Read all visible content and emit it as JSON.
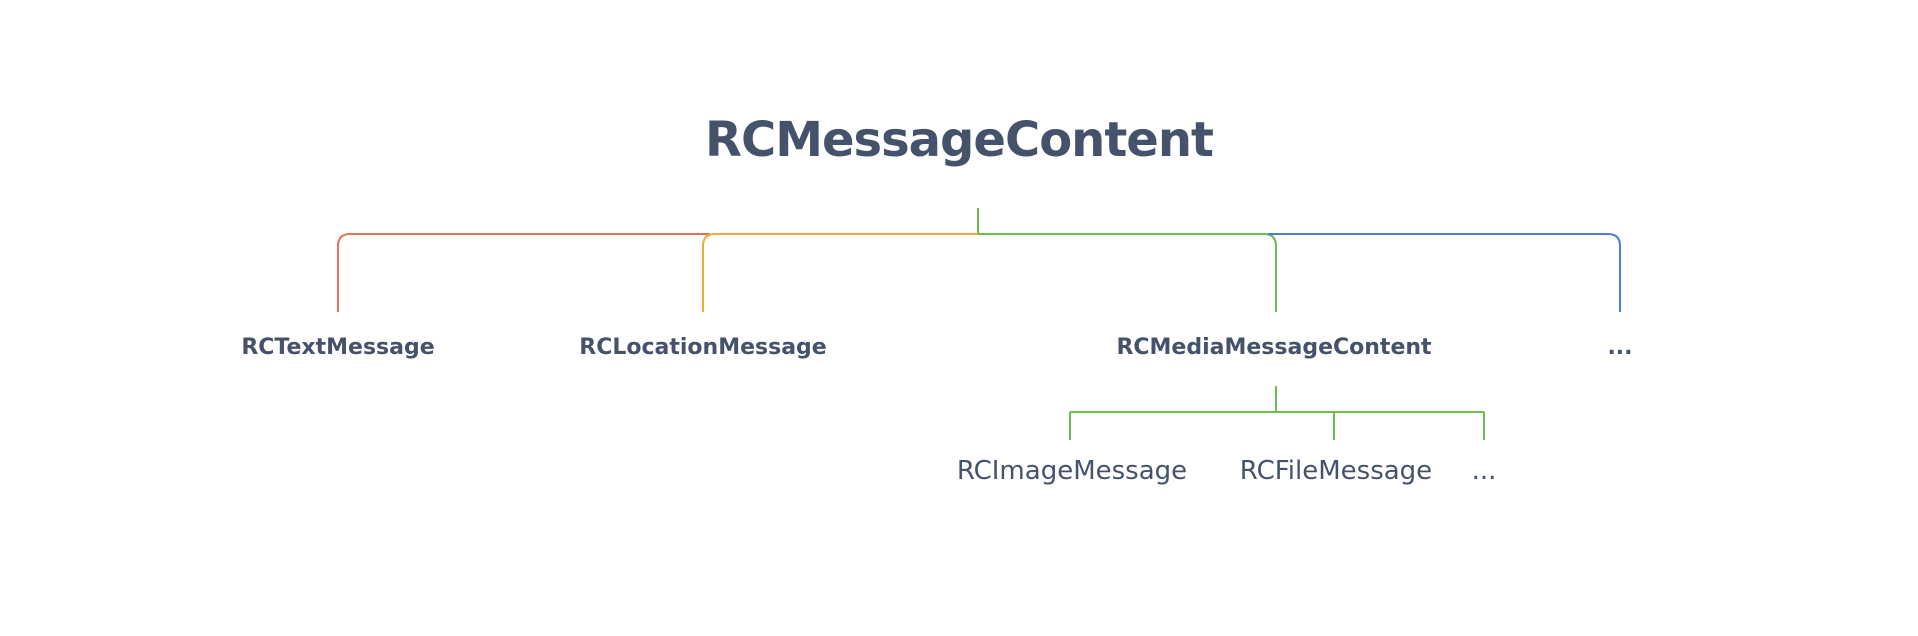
{
  "root": {
    "label": "RCMessageContent"
  },
  "children": [
    {
      "label": "RCTextMessage",
      "color": "#e8705a"
    },
    {
      "label": "RCLocationMessage",
      "color": "#f0a93a"
    },
    {
      "label": "RCMediaMessageContent",
      "color": "#6cbd4e"
    },
    {
      "label": "...",
      "color": "#4a7fcf"
    }
  ],
  "media_children": [
    {
      "label": "RCImageMessage"
    },
    {
      "label": "RCFileMessage"
    },
    {
      "label": "..."
    }
  ],
  "colors": {
    "text": "#44536b",
    "media_branch": "#6cbd4e"
  }
}
